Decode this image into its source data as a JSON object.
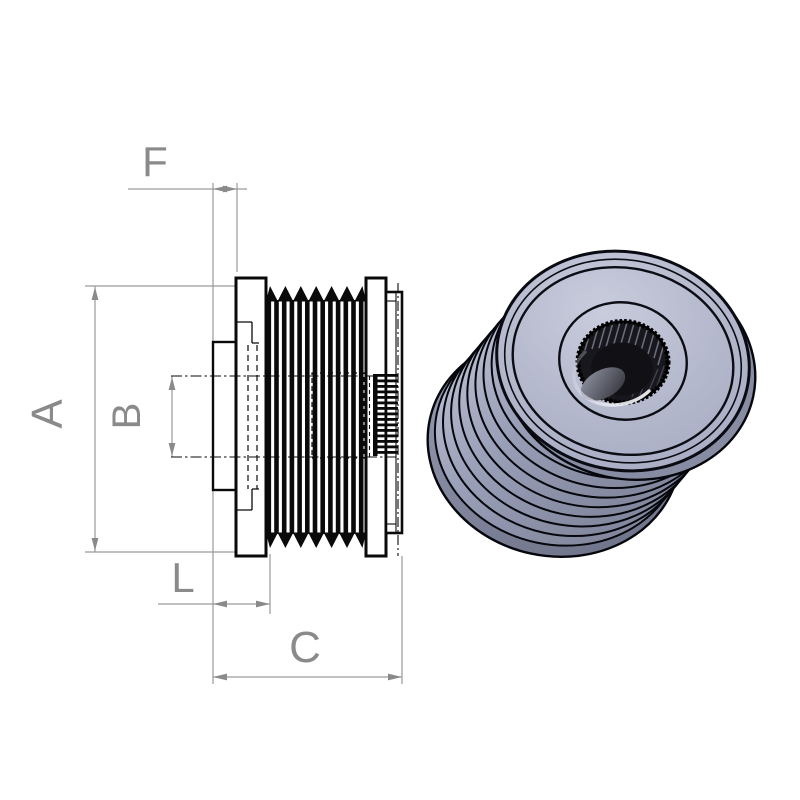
{
  "figure": {
    "kind": "technical-drawing-with-3d-render",
    "background": "#ffffff",
    "groove_peaks": 7
  },
  "dimensions": {
    "F": {
      "label": "F"
    },
    "A": {
      "label": "A"
    },
    "B": {
      "label": "B"
    },
    "L": {
      "label": "L"
    },
    "C": {
      "label": "C"
    }
  },
  "colors": {
    "dimension_line": "#9a9a9a",
    "dimension_text": "#8a8a8a",
    "object_line": "#0a0a0a",
    "body_light": "#c9ccdc",
    "body_mid": "#b2b6cc",
    "body_shadow": "#7d8298",
    "bore_dark": "#15151b"
  }
}
